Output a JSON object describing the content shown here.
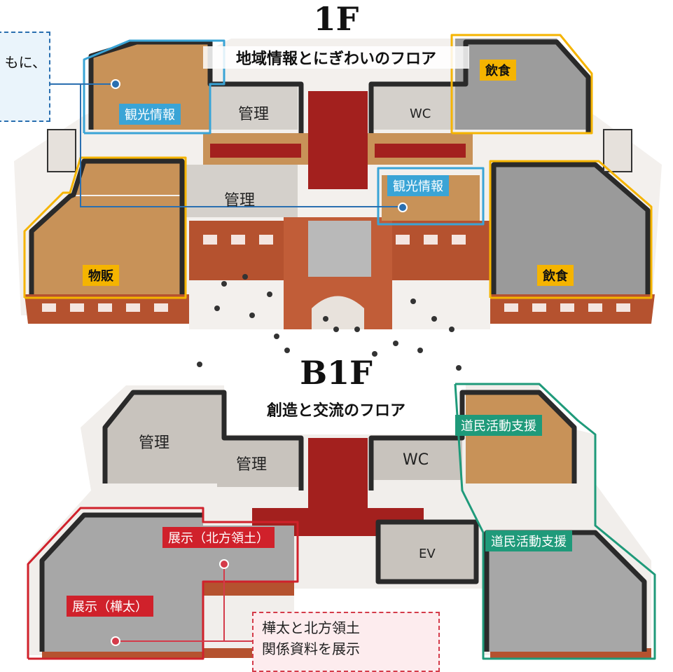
{
  "floor_1f": {
    "title": "1F",
    "subtitle": "地域情報とにぎわいのフロア",
    "callout_text": "もに、",
    "rooms": {
      "kanri_top": "管理",
      "wc": "WC",
      "kanri_mid": "管理"
    },
    "tags": {
      "tourism_left": "観光情報",
      "tourism_center": "観光情報",
      "food_top": "飲食",
      "food_bottom": "飲食",
      "shop": "物販"
    }
  },
  "floor_b1f": {
    "title": "B1F",
    "subtitle": "創造と交流のフロア",
    "rooms": {
      "kanri_left": "管理",
      "kanri_center": "管理",
      "wc": "WC",
      "ev": "EV"
    },
    "tags": {
      "support_top": "道民活動支援",
      "support_bottom": "道民活動支援",
      "exhibit_north": "展示（北方領土）",
      "exhibit_sakhalin": "展示（樺太）"
    },
    "callout": {
      "line1": "樺太と北方領土",
      "line2": "関係資料を展示"
    }
  },
  "colors": {
    "tourism": "#3aa4d6",
    "food_shop": "#f5b400",
    "support": "#1f9a7a",
    "exhibit": "#d0212b",
    "brick": "#b5522f",
    "floor_gray": "#9a9a9a",
    "wood_floor": "#c89258",
    "carpet": "#a3201e"
  }
}
